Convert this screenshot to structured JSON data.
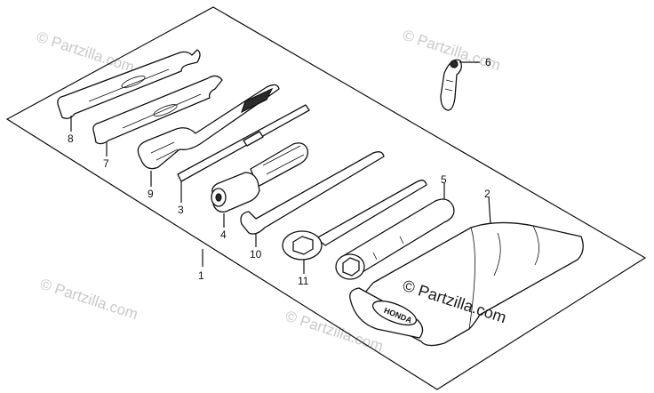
{
  "diagram": {
    "part_labels": [
      "1",
      "2",
      "3",
      "4",
      "5",
      "6",
      "7",
      "8",
      "9",
      "10",
      "11"
    ],
    "bag_logo_text": "HONDA",
    "watermarks": [
      "© Partzilla.com",
      "© Partzilla.com",
      "© Partzilla.com",
      "© Partzilla.com"
    ],
    "main_watermark": "© Partzilla.com",
    "colors": {
      "ink": "#111111",
      "watermark": "#c9c9c9",
      "background": "#ffffff"
    }
  }
}
